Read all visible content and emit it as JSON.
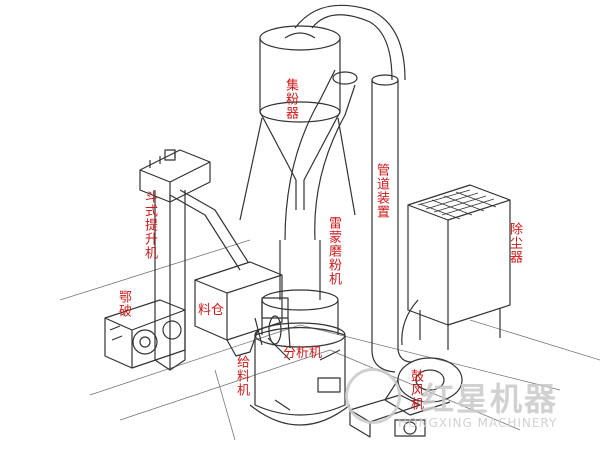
{
  "labels": {
    "collector": "集粉器",
    "piping": "管道装置",
    "bucket_elevator": "斗式提升机",
    "dust_remover": "除尘器",
    "raymond_mill": "雷蒙磨粉机",
    "jaw_crusher": "鄂破",
    "hopper": "料仓",
    "feeder": "给料机",
    "classifier": "分析机",
    "blower": "鼓风机"
  },
  "watermark": {
    "brand": "红星机器",
    "sub": "HONGXING MACHINERY"
  },
  "colors": {
    "label": "#cc1a1a",
    "line": "#333333",
    "watermark": "#c9c9c9"
  }
}
